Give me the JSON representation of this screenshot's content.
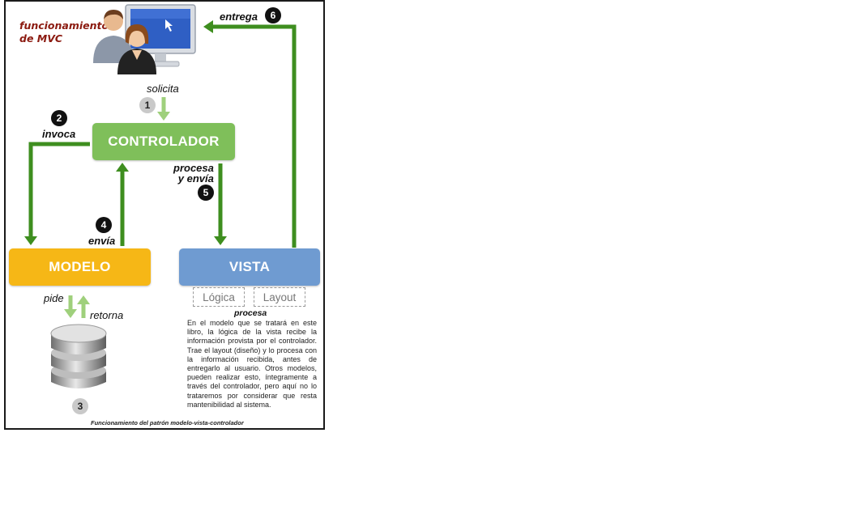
{
  "diagram": {
    "title_line1": "funcionamiento",
    "title_line2": "de MVC",
    "nodes": {
      "controlador": "CONTROLADOR",
      "modelo": "MODELO",
      "vista": "VISTA"
    },
    "vista_parts": [
      "Lógica",
      "Layout"
    ],
    "vista_parts_caption": "procesa",
    "flows": {
      "solicita": "solicita",
      "invoca": "invoca",
      "procesa_line1": "procesa",
      "procesa_line2": "y envía",
      "envia": "envía",
      "entrega": "entrega",
      "pide": "pide",
      "retorna": "retorna"
    },
    "steps": [
      "1",
      "2",
      "3",
      "4",
      "5",
      "6"
    ],
    "paragraph": "En el modelo que se tratará en este libro, la lógica de la vista recibe la información provista por el controlador. Trae el layout (diseño) y lo procesa con la información recibida, antes de entregarlo al usuario. Otros modelos, pueden realizar esto, íntegramente a través del controlador, pero aquí no lo trataremos por considerar que resta mantenibilidad al sistema.",
    "caption": "Funcionamiento del patrón modelo-vista-controlador",
    "colors": {
      "controlador": "#7fbf5a",
      "modelo": "#f6b716",
      "vista": "#6f9bd1",
      "arrow_dark": "#3e8e1f",
      "arrow_light": "#9fd07c",
      "title": "#8b1a10"
    }
  }
}
